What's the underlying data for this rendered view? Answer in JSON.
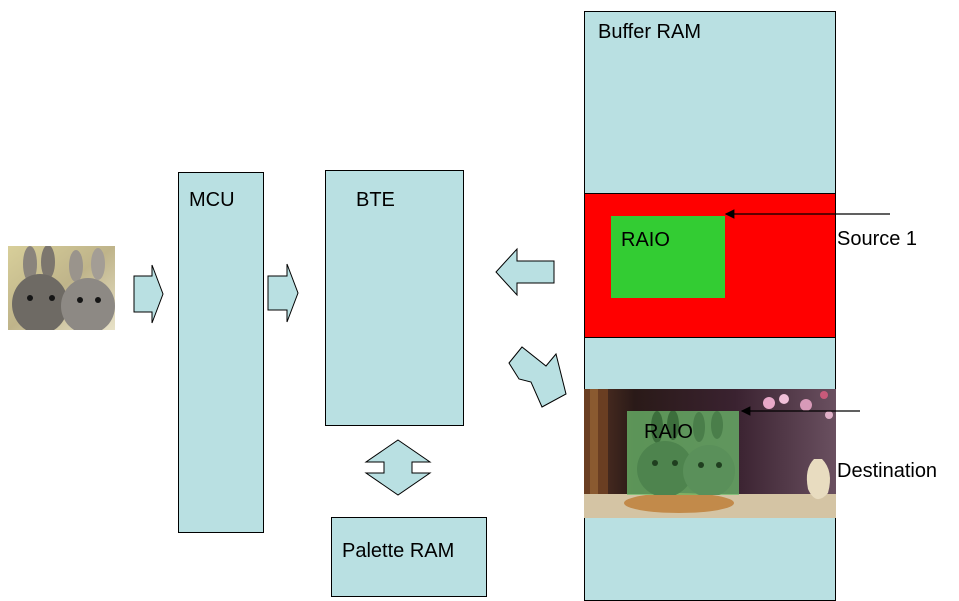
{
  "blocks": {
    "mcu": "MCU",
    "bte": "BTE",
    "palette_ram": "Palette RAM",
    "buffer_ram": "Buffer RAM"
  },
  "source_window": {
    "text": "RAIO",
    "label": "Source 1"
  },
  "destination_window": {
    "text": "RAIO",
    "label": "Destination"
  },
  "colors": {
    "block_fill": "#b9e0e2",
    "source_region": "#ff0000",
    "raio_green": "#33cc33",
    "outline": "#000000"
  },
  "icons": [
    "rabbit-photo",
    "flower-vase-photo",
    "arrow-right",
    "arrow-left",
    "arrow-diagonal-down-right",
    "double-arrow-vertical"
  ]
}
